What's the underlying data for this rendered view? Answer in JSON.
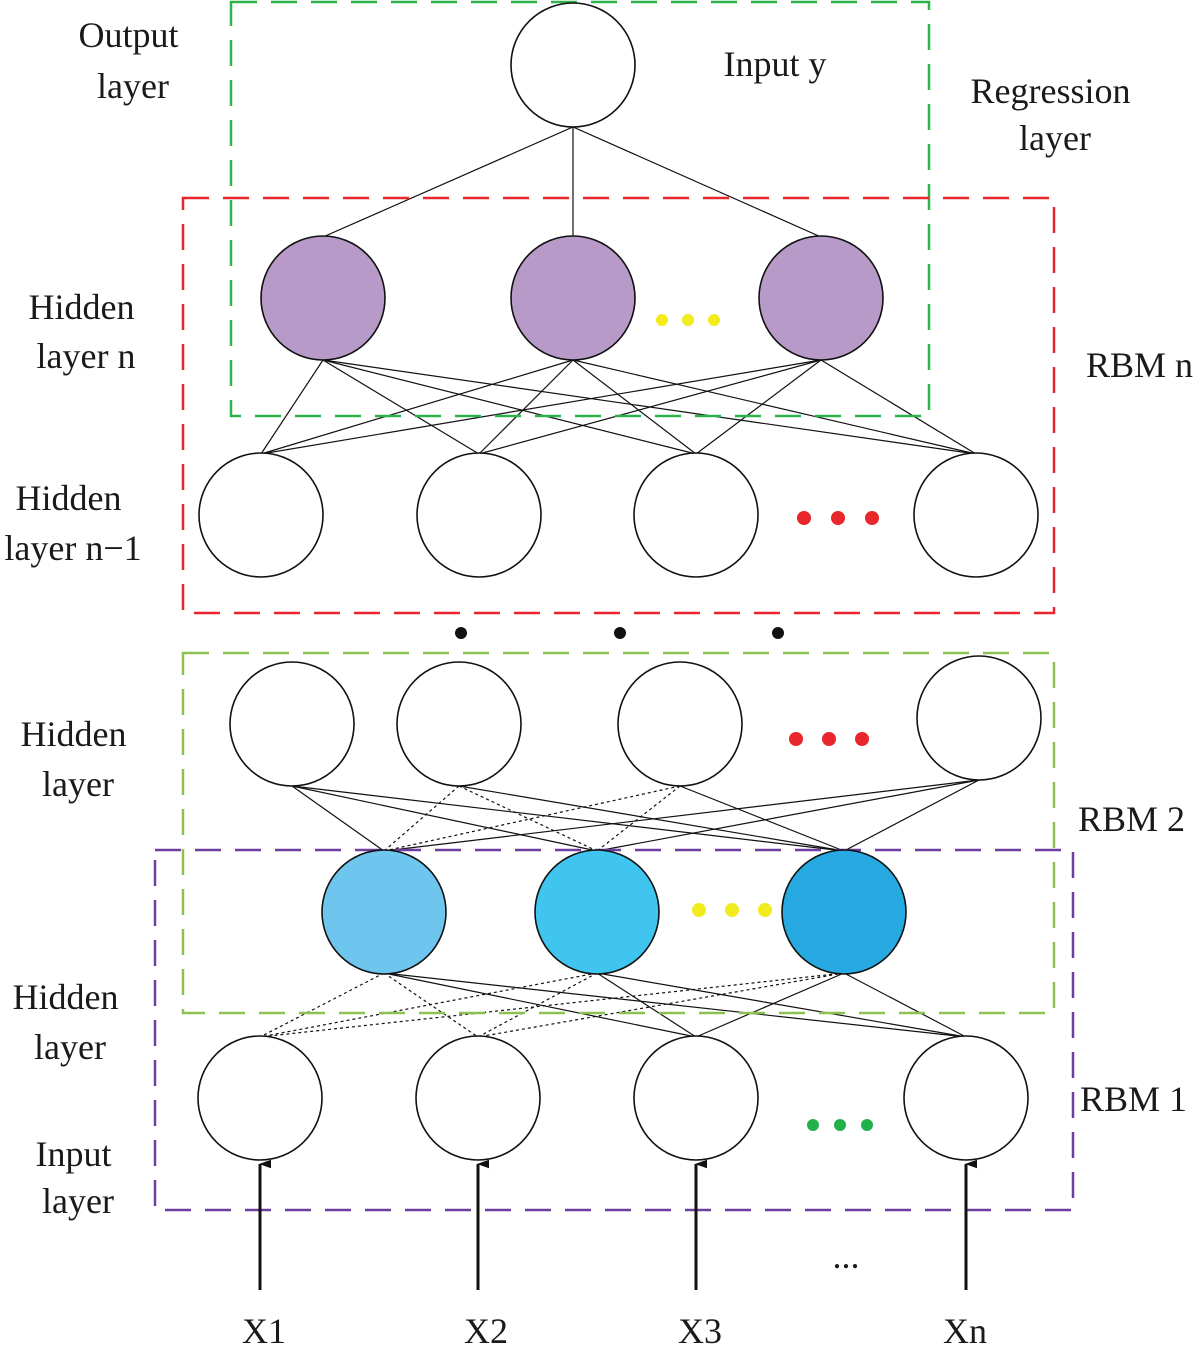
{
  "colors": {
    "regression_box": "#2db34a",
    "rbm_n_box": "#e8262b",
    "rbm2_box": "#8cc152",
    "rbm1_box": "#6f3fa0",
    "hidden_n_fill": "#b79ac8",
    "rbm1_hidden_fills": [
      "#6ec6ef",
      "#3fc5f0",
      "#27aae1"
    ],
    "dots_yellow": "#f2ec1f",
    "dots_red": "#e8262b",
    "dots_green": "#22b04b",
    "dots_black": "#111111"
  },
  "labels": {
    "output_layer": [
      "Output",
      "layer"
    ],
    "input_y": "Input y",
    "regression_layer": [
      "Regression",
      "layer"
    ],
    "hidden_layer_n": [
      "Hidden",
      "layer n"
    ],
    "hidden_layer_n_minus_1": [
      "Hidden",
      "layer n−1"
    ],
    "hidden_layer_rbm2": [
      "Hidden",
      "layer"
    ],
    "hidden_layer_rbm1": [
      "Hidden",
      "layer"
    ],
    "input_layer": [
      "Input",
      "layer"
    ],
    "rbm_n": "RBM n",
    "rbm_2": "RBM 2",
    "rbm_1": "RBM 1",
    "inputs": [
      "X1",
      "X2",
      "X3",
      "Xn"
    ],
    "input_ellipsis": "..."
  }
}
